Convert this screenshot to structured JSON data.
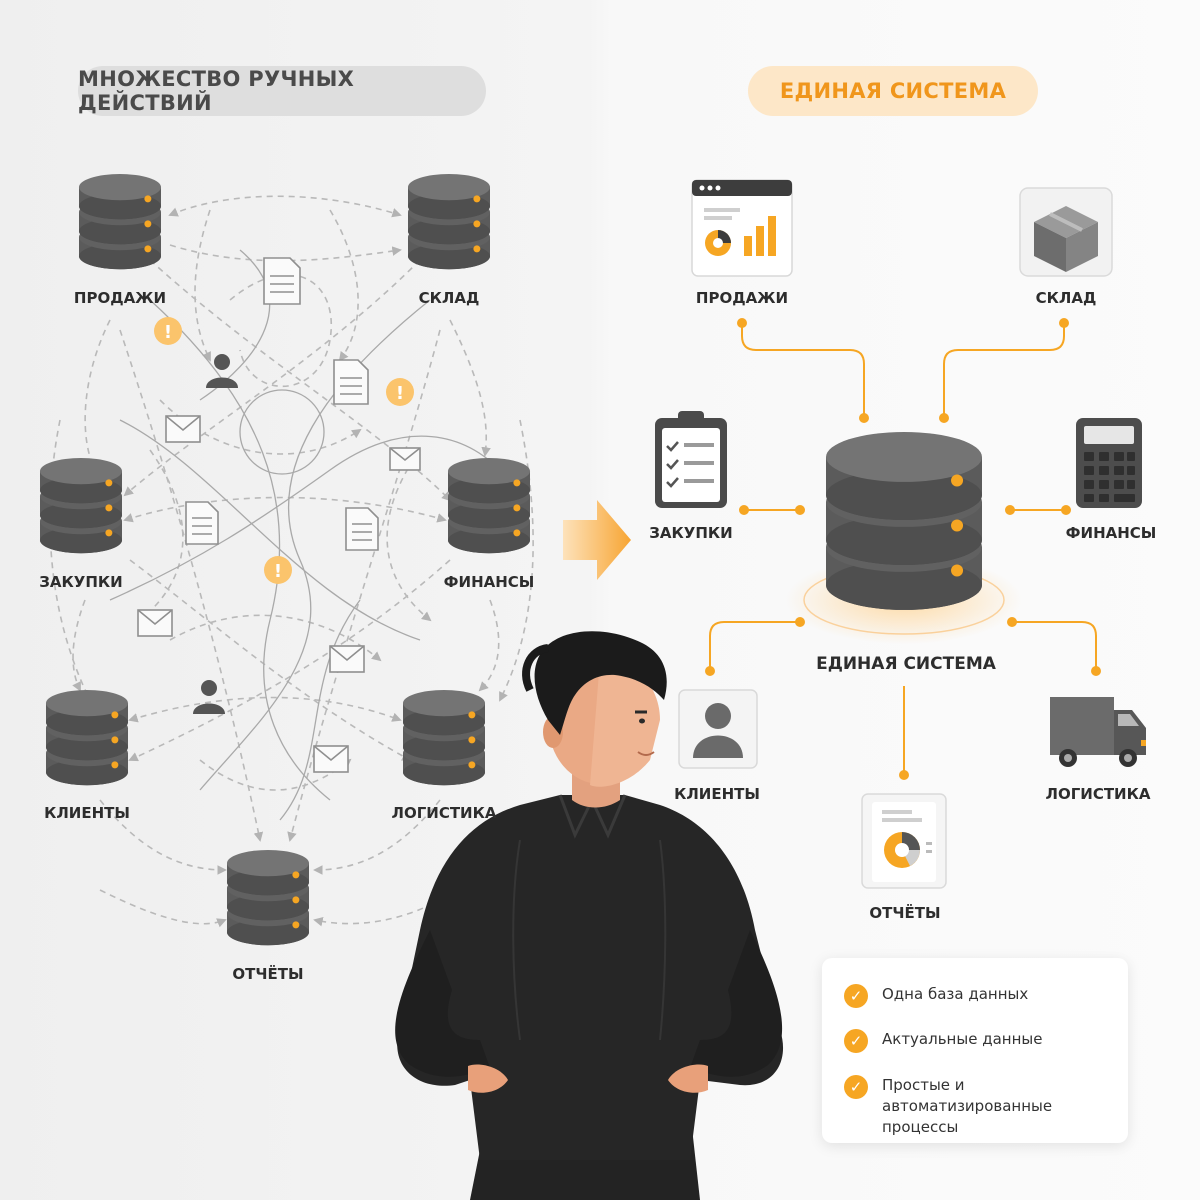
{
  "headers": {
    "left": "МНОЖЕСТВО РУЧНЫХ ДЕЙСТВИЙ",
    "right": "ЕДИНАЯ СИСТЕМА"
  },
  "left_nodes": {
    "sales": "ПРОДАЖИ",
    "warehouse": "СКЛАД",
    "purchasing": "ЗАКУПКИ",
    "finance": "ФИНАНСЫ",
    "clients": "КЛИЕНТЫ",
    "logistics": "ЛОГИСТИКА",
    "reports": "ОТЧЁТЫ"
  },
  "right_nodes": {
    "sales": "ПРОДАЖИ",
    "warehouse": "СКЛАД",
    "purchasing": "ЗАКУПКИ",
    "finance": "ФИНАНСЫ",
    "clients": "КЛИЕНТЫ",
    "logistics": "ЛОГИСТИКА",
    "reports": "ОТЧЁТЫ"
  },
  "center_label": "ЕДИНАЯ СИСТЕМА",
  "benefits": [
    "Одна база данных",
    "Актуальные данные",
    "Простые и автоматизированные процессы"
  ],
  "colors": {
    "accent": "#f6a623",
    "database": "#5b5b5b",
    "line_gray": "#b8b8b8",
    "figure": "#262626"
  }
}
